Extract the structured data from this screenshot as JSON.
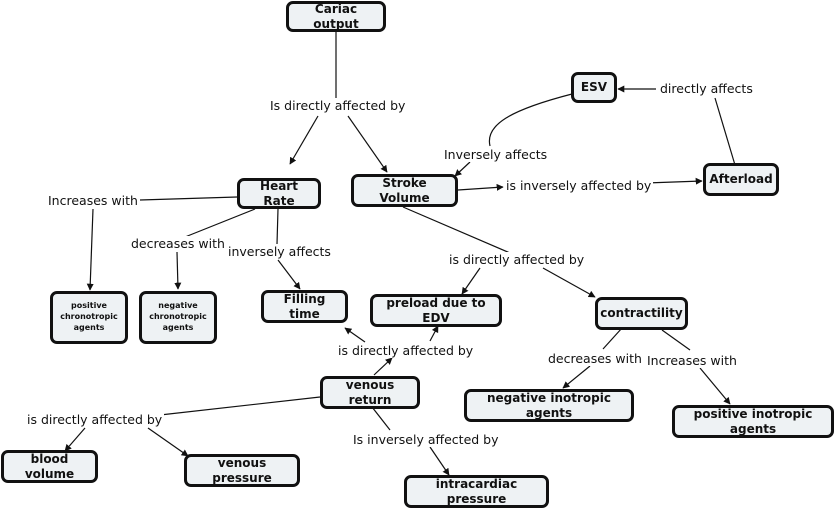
{
  "nodes": {
    "cardiac_output": "Cariac output",
    "heart_rate": "Heart Rate",
    "stroke_volume": "Stroke Volume",
    "esv": "ESV",
    "afterload": "Afterload",
    "positive_chronotropic": "positive chronotropic agents",
    "negative_chronotropic": "negative chronotropic agents",
    "filling_time": "Filling time",
    "preload": "preload due to EDV",
    "contractility": "contractility",
    "venous_return": "venous return",
    "negative_inotropic": "negative inotropic agents",
    "positive_inotropic": "positive inotropic agents",
    "blood_volume": "blood volume",
    "venous_pressure": "venous pressure",
    "intracardiac_pressure": "intracardiac pressure"
  },
  "links": {
    "co_directly_affected": "Is directly affected by",
    "esv_directly_affects": "directly affects",
    "esv_inversely_affects": "Inversely affects",
    "sv_inversely_affected": "is inversely affected by",
    "hr_increases_with": "Increases with",
    "hr_decreases_with": "decreases with",
    "hr_inversely_affects": "inversely affects",
    "sv_directly_affected": "is directly affected by",
    "vr_directly_affected_up": "is directly affected by",
    "ct_decreases_with": "decreases with",
    "ct_increases_with": "Increases with",
    "vr_directly_affected_down": "is directly affected by",
    "vr_inversely_affected": "Is inversely affected by"
  },
  "colors": {
    "node_fill": "#eef2f4",
    "node_border": "#111111",
    "edge": "#111111"
  }
}
